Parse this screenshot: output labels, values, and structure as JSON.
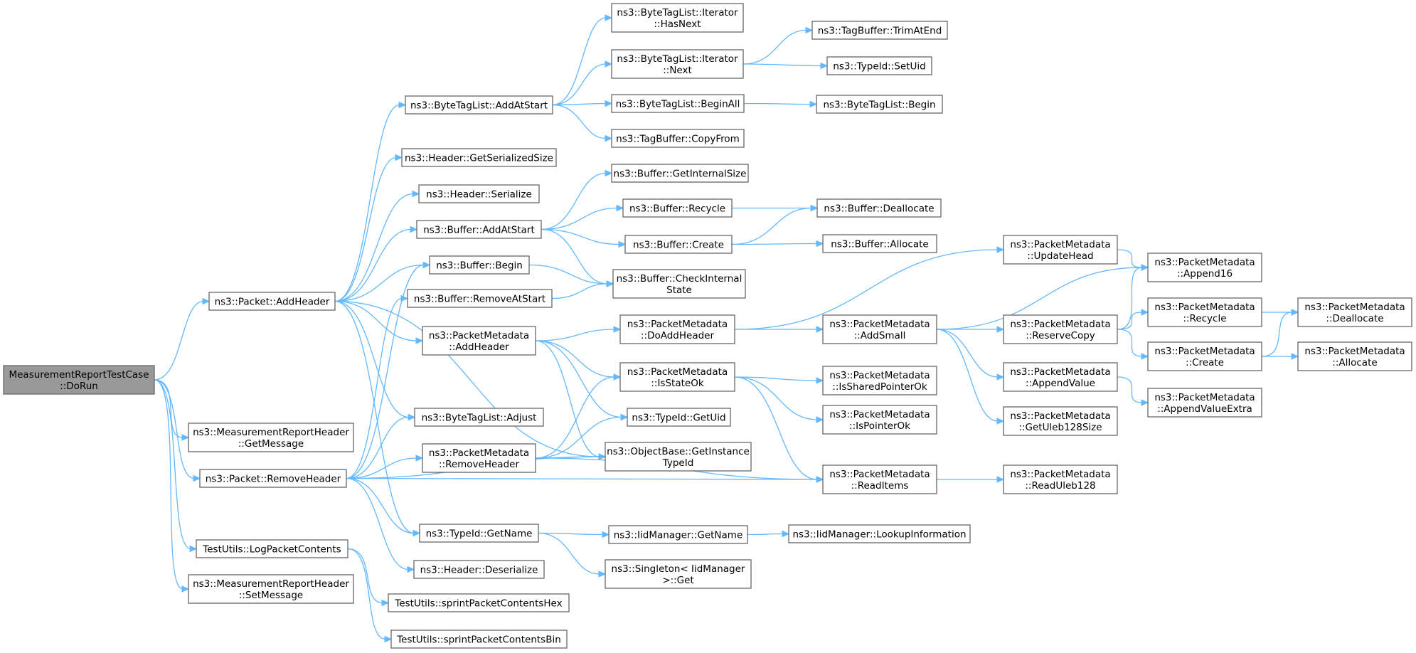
{
  "diagram": {
    "type": "call-graph",
    "root": "n_dorun",
    "nodes": [
      {
        "id": "n_dorun",
        "lines": [
          "MeasurementReportTestCase",
          "::DoRun"
        ],
        "root": true
      },
      {
        "id": "n_addheader",
        "lines": [
          "ns3::Packet::AddHeader"
        ]
      },
      {
        "id": "n_mrh_getmsg",
        "lines": [
          "ns3::MeasurementReportHeader",
          "::GetMessage"
        ]
      },
      {
        "id": "n_removeheader",
        "lines": [
          "ns3::Packet::RemoveHeader"
        ]
      },
      {
        "id": "n_logpkt",
        "lines": [
          "TestUtils::LogPacketContents"
        ]
      },
      {
        "id": "n_mrh_setmsg",
        "lines": [
          "ns3::MeasurementReportHeader",
          "::SetMessage"
        ]
      },
      {
        "id": "n_btl_addatstart",
        "lines": [
          "ns3::ByteTagList::AddAtStart"
        ]
      },
      {
        "id": "n_hdr_getser",
        "lines": [
          "ns3::Header::GetSerializedSize"
        ]
      },
      {
        "id": "n_hdr_ser",
        "lines": [
          "ns3::Header::Serialize"
        ]
      },
      {
        "id": "n_buf_addatstart",
        "lines": [
          "ns3::Buffer::AddAtStart"
        ]
      },
      {
        "id": "n_buf_begin",
        "lines": [
          "ns3::Buffer::Begin"
        ]
      },
      {
        "id": "n_buf_removeatstart",
        "lines": [
          "ns3::Buffer::RemoveAtStart"
        ]
      },
      {
        "id": "n_pm_addheader",
        "lines": [
          "ns3::PacketMetadata",
          "::AddHeader"
        ]
      },
      {
        "id": "n_btl_adjust",
        "lines": [
          "ns3::ByteTagList::Adjust"
        ]
      },
      {
        "id": "n_pm_removeheader",
        "lines": [
          "ns3::PacketMetadata",
          "::RemoveHeader"
        ]
      },
      {
        "id": "n_typeid_getname",
        "lines": [
          "ns3::TypeId::GetName"
        ]
      },
      {
        "id": "n_hdr_deser",
        "lines": [
          "ns3::Header::Deserialize"
        ]
      },
      {
        "id": "n_tu_hex",
        "lines": [
          "TestUtils::sprintPacketContentsHex"
        ]
      },
      {
        "id": "n_tu_bin",
        "lines": [
          "TestUtils::sprintPacketContentsBin"
        ]
      },
      {
        "id": "n_btli_hasnext",
        "lines": [
          "ns3::ByteTagList::Iterator",
          "::HasNext"
        ]
      },
      {
        "id": "n_btli_next",
        "lines": [
          "ns3::ByteTagList::Iterator",
          "::Next"
        ]
      },
      {
        "id": "n_btl_beginall",
        "lines": [
          "ns3::ByteTagList::BeginAll"
        ]
      },
      {
        "id": "n_tagbuf_copyfrom",
        "lines": [
          "ns3::TagBuffer::CopyFrom"
        ]
      },
      {
        "id": "n_buf_getinternalsize",
        "lines": [
          "ns3::Buffer::GetInternalSize"
        ]
      },
      {
        "id": "n_buf_recycle",
        "lines": [
          "ns3::Buffer::Recycle"
        ]
      },
      {
        "id": "n_buf_create",
        "lines": [
          "ns3::Buffer::Create"
        ]
      },
      {
        "id": "n_buf_checkinternal",
        "lines": [
          "ns3::Buffer::CheckInternal",
          "State"
        ]
      },
      {
        "id": "n_pm_doaddheader",
        "lines": [
          "ns3::PacketMetadata",
          "::DoAddHeader"
        ]
      },
      {
        "id": "n_pm_isstateok",
        "lines": [
          "ns3::PacketMetadata",
          "::IsStateOk"
        ]
      },
      {
        "id": "n_typeid_getuid",
        "lines": [
          "ns3::TypeId::GetUid"
        ]
      },
      {
        "id": "n_objbase_getinst",
        "lines": [
          "ns3::ObjectBase::GetInstance",
          "TypeId"
        ]
      },
      {
        "id": "n_iid_getname",
        "lines": [
          "ns3::IidManager::GetName"
        ]
      },
      {
        "id": "n_singleton_get",
        "lines": [
          "ns3::Singleton< IidManager",
          ">::Get"
        ]
      },
      {
        "id": "n_tagbuf_trimatend",
        "lines": [
          "ns3::TagBuffer::TrimAtEnd"
        ]
      },
      {
        "id": "n_typeid_setuid",
        "lines": [
          "ns3::TypeId::SetUid"
        ]
      },
      {
        "id": "n_btl_begin",
        "lines": [
          "ns3::ByteTagList::Begin"
        ]
      },
      {
        "id": "n_buf_deallocate",
        "lines": [
          "ns3::Buffer::Deallocate"
        ]
      },
      {
        "id": "n_buf_allocate",
        "lines": [
          "ns3::Buffer::Allocate"
        ]
      },
      {
        "id": "n_pm_addsmall",
        "lines": [
          "ns3::PacketMetadata",
          "::AddSmall"
        ]
      },
      {
        "id": "n_pm_issharedptrok",
        "lines": [
          "ns3::PacketMetadata",
          "::IsSharedPointerOk"
        ]
      },
      {
        "id": "n_pm_isptrok",
        "lines": [
          "ns3::PacketMetadata",
          "::IsPointerOk"
        ]
      },
      {
        "id": "n_pm_readitems",
        "lines": [
          "ns3::PacketMetadata",
          "::ReadItems"
        ]
      },
      {
        "id": "n_iid_lookup",
        "lines": [
          "ns3::IidManager::LookupInformation"
        ]
      },
      {
        "id": "n_pm_updatehead",
        "lines": [
          "ns3::PacketMetadata",
          "::UpdateHead"
        ]
      },
      {
        "id": "n_pm_reservecopy",
        "lines": [
          "ns3::PacketMetadata",
          "::ReserveCopy"
        ]
      },
      {
        "id": "n_pm_appendvalue",
        "lines": [
          "ns3::PacketMetadata",
          "::AppendValue"
        ]
      },
      {
        "id": "n_pm_getuleb",
        "lines": [
          "ns3::PacketMetadata",
          "::GetUleb128Size"
        ]
      },
      {
        "id": "n_pm_readuleb",
        "lines": [
          "ns3::PacketMetadata",
          "::ReadUleb128"
        ]
      },
      {
        "id": "n_pm_append16",
        "lines": [
          "ns3::PacketMetadata",
          "::Append16"
        ]
      },
      {
        "id": "n_pm_recycle",
        "lines": [
          "ns3::PacketMetadata",
          "::Recycle"
        ]
      },
      {
        "id": "n_pm_create",
        "lines": [
          "ns3::PacketMetadata",
          "::Create"
        ]
      },
      {
        "id": "n_pm_appendvalueextra",
        "lines": [
          "ns3::PacketMetadata",
          "::AppendValueExtra"
        ]
      },
      {
        "id": "n_pm_deallocate",
        "lines": [
          "ns3::PacketMetadata",
          "::Deallocate"
        ]
      },
      {
        "id": "n_pm_allocate",
        "lines": [
          "ns3::PacketMetadata",
          "::Allocate"
        ]
      }
    ],
    "edges": [
      [
        "n_dorun",
        "n_addheader"
      ],
      [
        "n_dorun",
        "n_mrh_getmsg"
      ],
      [
        "n_dorun",
        "n_removeheader"
      ],
      [
        "n_dorun",
        "n_logpkt"
      ],
      [
        "n_dorun",
        "n_mrh_setmsg"
      ],
      [
        "n_addheader",
        "n_btl_addatstart"
      ],
      [
        "n_addheader",
        "n_hdr_getser"
      ],
      [
        "n_addheader",
        "n_hdr_ser"
      ],
      [
        "n_addheader",
        "n_buf_addatstart"
      ],
      [
        "n_addheader",
        "n_buf_begin"
      ],
      [
        "n_addheader",
        "n_pm_addheader"
      ],
      [
        "n_addheader",
        "n_btl_adjust"
      ],
      [
        "n_addheader",
        "n_objbase_getinst"
      ],
      [
        "n_addheader",
        "n_typeid_getname"
      ],
      [
        "n_removeheader",
        "n_buf_begin"
      ],
      [
        "n_removeheader",
        "n_buf_removeatstart"
      ],
      [
        "n_removeheader",
        "n_btl_adjust"
      ],
      [
        "n_removeheader",
        "n_pm_removeheader"
      ],
      [
        "n_removeheader",
        "n_objbase_getinst"
      ],
      [
        "n_removeheader",
        "n_typeid_getname"
      ],
      [
        "n_removeheader",
        "n_hdr_deser"
      ],
      [
        "n_logpkt",
        "n_tu_hex"
      ],
      [
        "n_logpkt",
        "n_tu_bin"
      ],
      [
        "n_btl_addatstart",
        "n_btli_hasnext"
      ],
      [
        "n_btl_addatstart",
        "n_btli_next"
      ],
      [
        "n_btl_addatstart",
        "n_btl_beginall"
      ],
      [
        "n_btl_addatstart",
        "n_tagbuf_copyfrom"
      ],
      [
        "n_btli_next",
        "n_tagbuf_trimatend"
      ],
      [
        "n_btli_next",
        "n_typeid_setuid"
      ],
      [
        "n_btl_beginall",
        "n_btl_begin"
      ],
      [
        "n_buf_addatstart",
        "n_buf_getinternalsize"
      ],
      [
        "n_buf_addatstart",
        "n_buf_recycle"
      ],
      [
        "n_buf_addatstart",
        "n_buf_create"
      ],
      [
        "n_buf_addatstart",
        "n_buf_checkinternal"
      ],
      [
        "n_buf_recycle",
        "n_buf_deallocate"
      ],
      [
        "n_buf_create",
        "n_buf_deallocate"
      ],
      [
        "n_buf_create",
        "n_buf_allocate"
      ],
      [
        "n_buf_begin",
        "n_buf_checkinternal"
      ],
      [
        "n_buf_removeatstart",
        "n_buf_checkinternal"
      ],
      [
        "n_pm_addheader",
        "n_pm_doaddheader"
      ],
      [
        "n_pm_addheader",
        "n_pm_isstateok"
      ],
      [
        "n_pm_addheader",
        "n_typeid_getuid"
      ],
      [
        "n_pm_addheader",
        "n_objbase_getinst"
      ],
      [
        "n_pm_removeheader",
        "n_pm_isstateok"
      ],
      [
        "n_pm_removeheader",
        "n_typeid_getuid"
      ],
      [
        "n_pm_removeheader",
        "n_objbase_getinst"
      ],
      [
        "n_pm_removeheader",
        "n_pm_readitems"
      ],
      [
        "n_removeheader",
        "n_pm_readitems"
      ],
      [
        "n_typeid_getname",
        "n_iid_getname"
      ],
      [
        "n_typeid_getname",
        "n_singleton_get"
      ],
      [
        "n_iid_getname",
        "n_iid_lookup"
      ],
      [
        "n_pm_doaddheader",
        "n_pm_updatehead"
      ],
      [
        "n_pm_doaddheader",
        "n_pm_addsmall"
      ],
      [
        "n_pm_isstateok",
        "n_pm_issharedptrok"
      ],
      [
        "n_pm_isstateok",
        "n_pm_isptrok"
      ],
      [
        "n_pm_isstateok",
        "n_pm_readitems"
      ],
      [
        "n_pm_addsmall",
        "n_pm_append16"
      ],
      [
        "n_pm_addsmall",
        "n_pm_reservecopy"
      ],
      [
        "n_pm_addsmall",
        "n_pm_appendvalue"
      ],
      [
        "n_pm_addsmall",
        "n_pm_getuleb"
      ],
      [
        "n_pm_updatehead",
        "n_pm_append16"
      ],
      [
        "n_pm_reservecopy",
        "n_pm_append16"
      ],
      [
        "n_pm_reservecopy",
        "n_pm_recycle"
      ],
      [
        "n_pm_reservecopy",
        "n_pm_create"
      ],
      [
        "n_pm_appendvalue",
        "n_pm_appendvalueextra"
      ],
      [
        "n_pm_readitems",
        "n_pm_readuleb"
      ],
      [
        "n_pm_recycle",
        "n_pm_deallocate"
      ],
      [
        "n_pm_create",
        "n_pm_deallocate"
      ],
      [
        "n_pm_create",
        "n_pm_allocate"
      ]
    ],
    "colors": {
      "edge": "#63b8ff",
      "node_border": "#666666",
      "node_fill": "#ffffff",
      "root_fill": "#999999"
    }
  }
}
